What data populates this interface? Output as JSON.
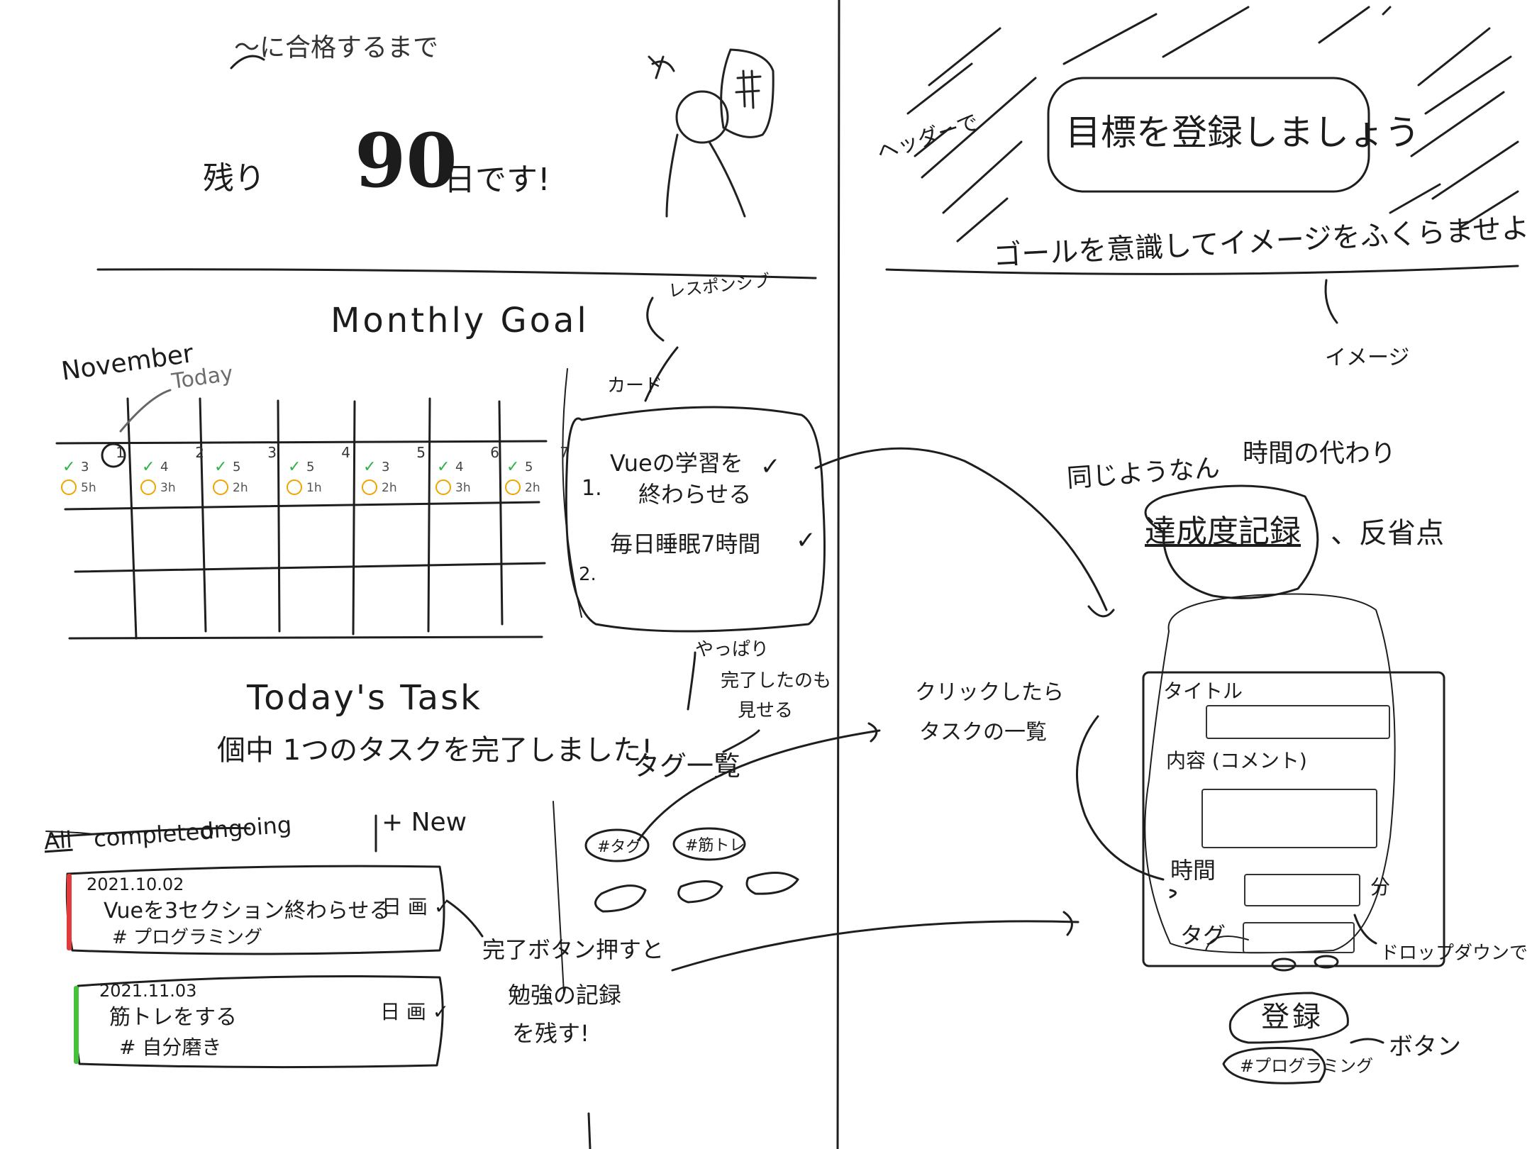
{
  "countdown": {
    "subtitle": "〜に合格するまで",
    "prefix": "残り",
    "days": "90",
    "suffix": "日です!"
  },
  "monthly_goal": {
    "title": "Monthly Goal",
    "month": "November",
    "today_label": "Today",
    "days": [
      {
        "date": "1",
        "done": "3",
        "hours": "5h"
      },
      {
        "date": "2",
        "done": "4",
        "hours": "3h"
      },
      {
        "date": "3",
        "done": "5",
        "hours": "2h"
      },
      {
        "date": "4",
        "done": "5",
        "hours": "1h"
      },
      {
        "date": "5",
        "done": "3",
        "hours": "2h"
      },
      {
        "date": "6",
        "done": "4",
        "hours": "3h"
      },
      {
        "date": "7",
        "done": "5",
        "hours": "2h"
      }
    ],
    "check_color": "#2bb34a",
    "clock_color": "#f0a400"
  },
  "goal_card": {
    "note_responsive": "レスポンシブ",
    "label": "カード",
    "items": [
      {
        "num": "1.",
        "text_line1": "Vueの学習を",
        "text_line2": "終わらせる",
        "check": "✓"
      },
      {
        "num": "2.",
        "text_line1": "毎日睡眠7時間",
        "text_line2": "",
        "check": "✓"
      }
    ]
  },
  "todays_task": {
    "title": "Today's Task",
    "summary": "個中 1つのタスクを完了しました!",
    "filters": [
      "All",
      "completed",
      "ongoing"
    ],
    "new_button": "+ New",
    "tasks": [
      {
        "date": "2021.10.02",
        "title": "Vueを3セクション終わらせる",
        "tag": "# プログラミング",
        "icons": "日 画 ✓",
        "color": "#e23b3b"
      },
      {
        "date": "2021.11.03",
        "title": "筋トレをする",
        "tag": "# 自分磨き",
        "icons": "日 画 ✓",
        "color": "#44c23a"
      }
    ],
    "note_complete": [
      "完了ボタン押すと",
      "勉強の記録",
      "を残す!"
    ]
  },
  "tag_list": {
    "note_top": [
      "やっぱり",
      "完了したのも",
      "見せる"
    ],
    "label": "タグ一覧",
    "tags": [
      "#タグ",
      "#筋トレ"
    ],
    "note_click": [
      "クリックしたら",
      "タスクの一覧"
    ]
  },
  "right_panel": {
    "header_note": "ヘッダーで",
    "banner_title": "目標を登録しましょう",
    "banner_sub": "ゴールを意識してイメージをふくらませよう.",
    "image_note": "イメージ",
    "record_note_1": "同じようなん",
    "record_note_2": "時間の代わり",
    "record_circle": "達成度記録",
    "record_note_3": "、反省点"
  },
  "task_form": {
    "title_label": "タイトル",
    "content_label": "内容 (コメント)",
    "time_label": "時間",
    "time_unit": "分",
    "tag_label": "タグ",
    "dropdown_note": "ドロップダウンで",
    "submit_button": "登録",
    "button_note": "ボタン",
    "tag_example": "#プログラミング"
  }
}
